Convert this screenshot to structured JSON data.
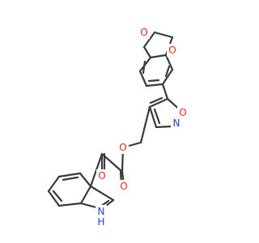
{
  "colors": {
    "bond": "#3a3a3a",
    "oxygen": "#e8261a",
    "nitrogen": "#1f3fd6",
    "background": "#ffffff"
  },
  "atoms": {
    "o_dioxole_left": "O",
    "o_dioxole_right": "O",
    "o_isoxazole": "O",
    "n_isoxazole": "N",
    "o_ester": "O",
    "o_keto": "O",
    "o_carbonyl": "O",
    "n_indole": "N",
    "h_indole": "H"
  }
}
